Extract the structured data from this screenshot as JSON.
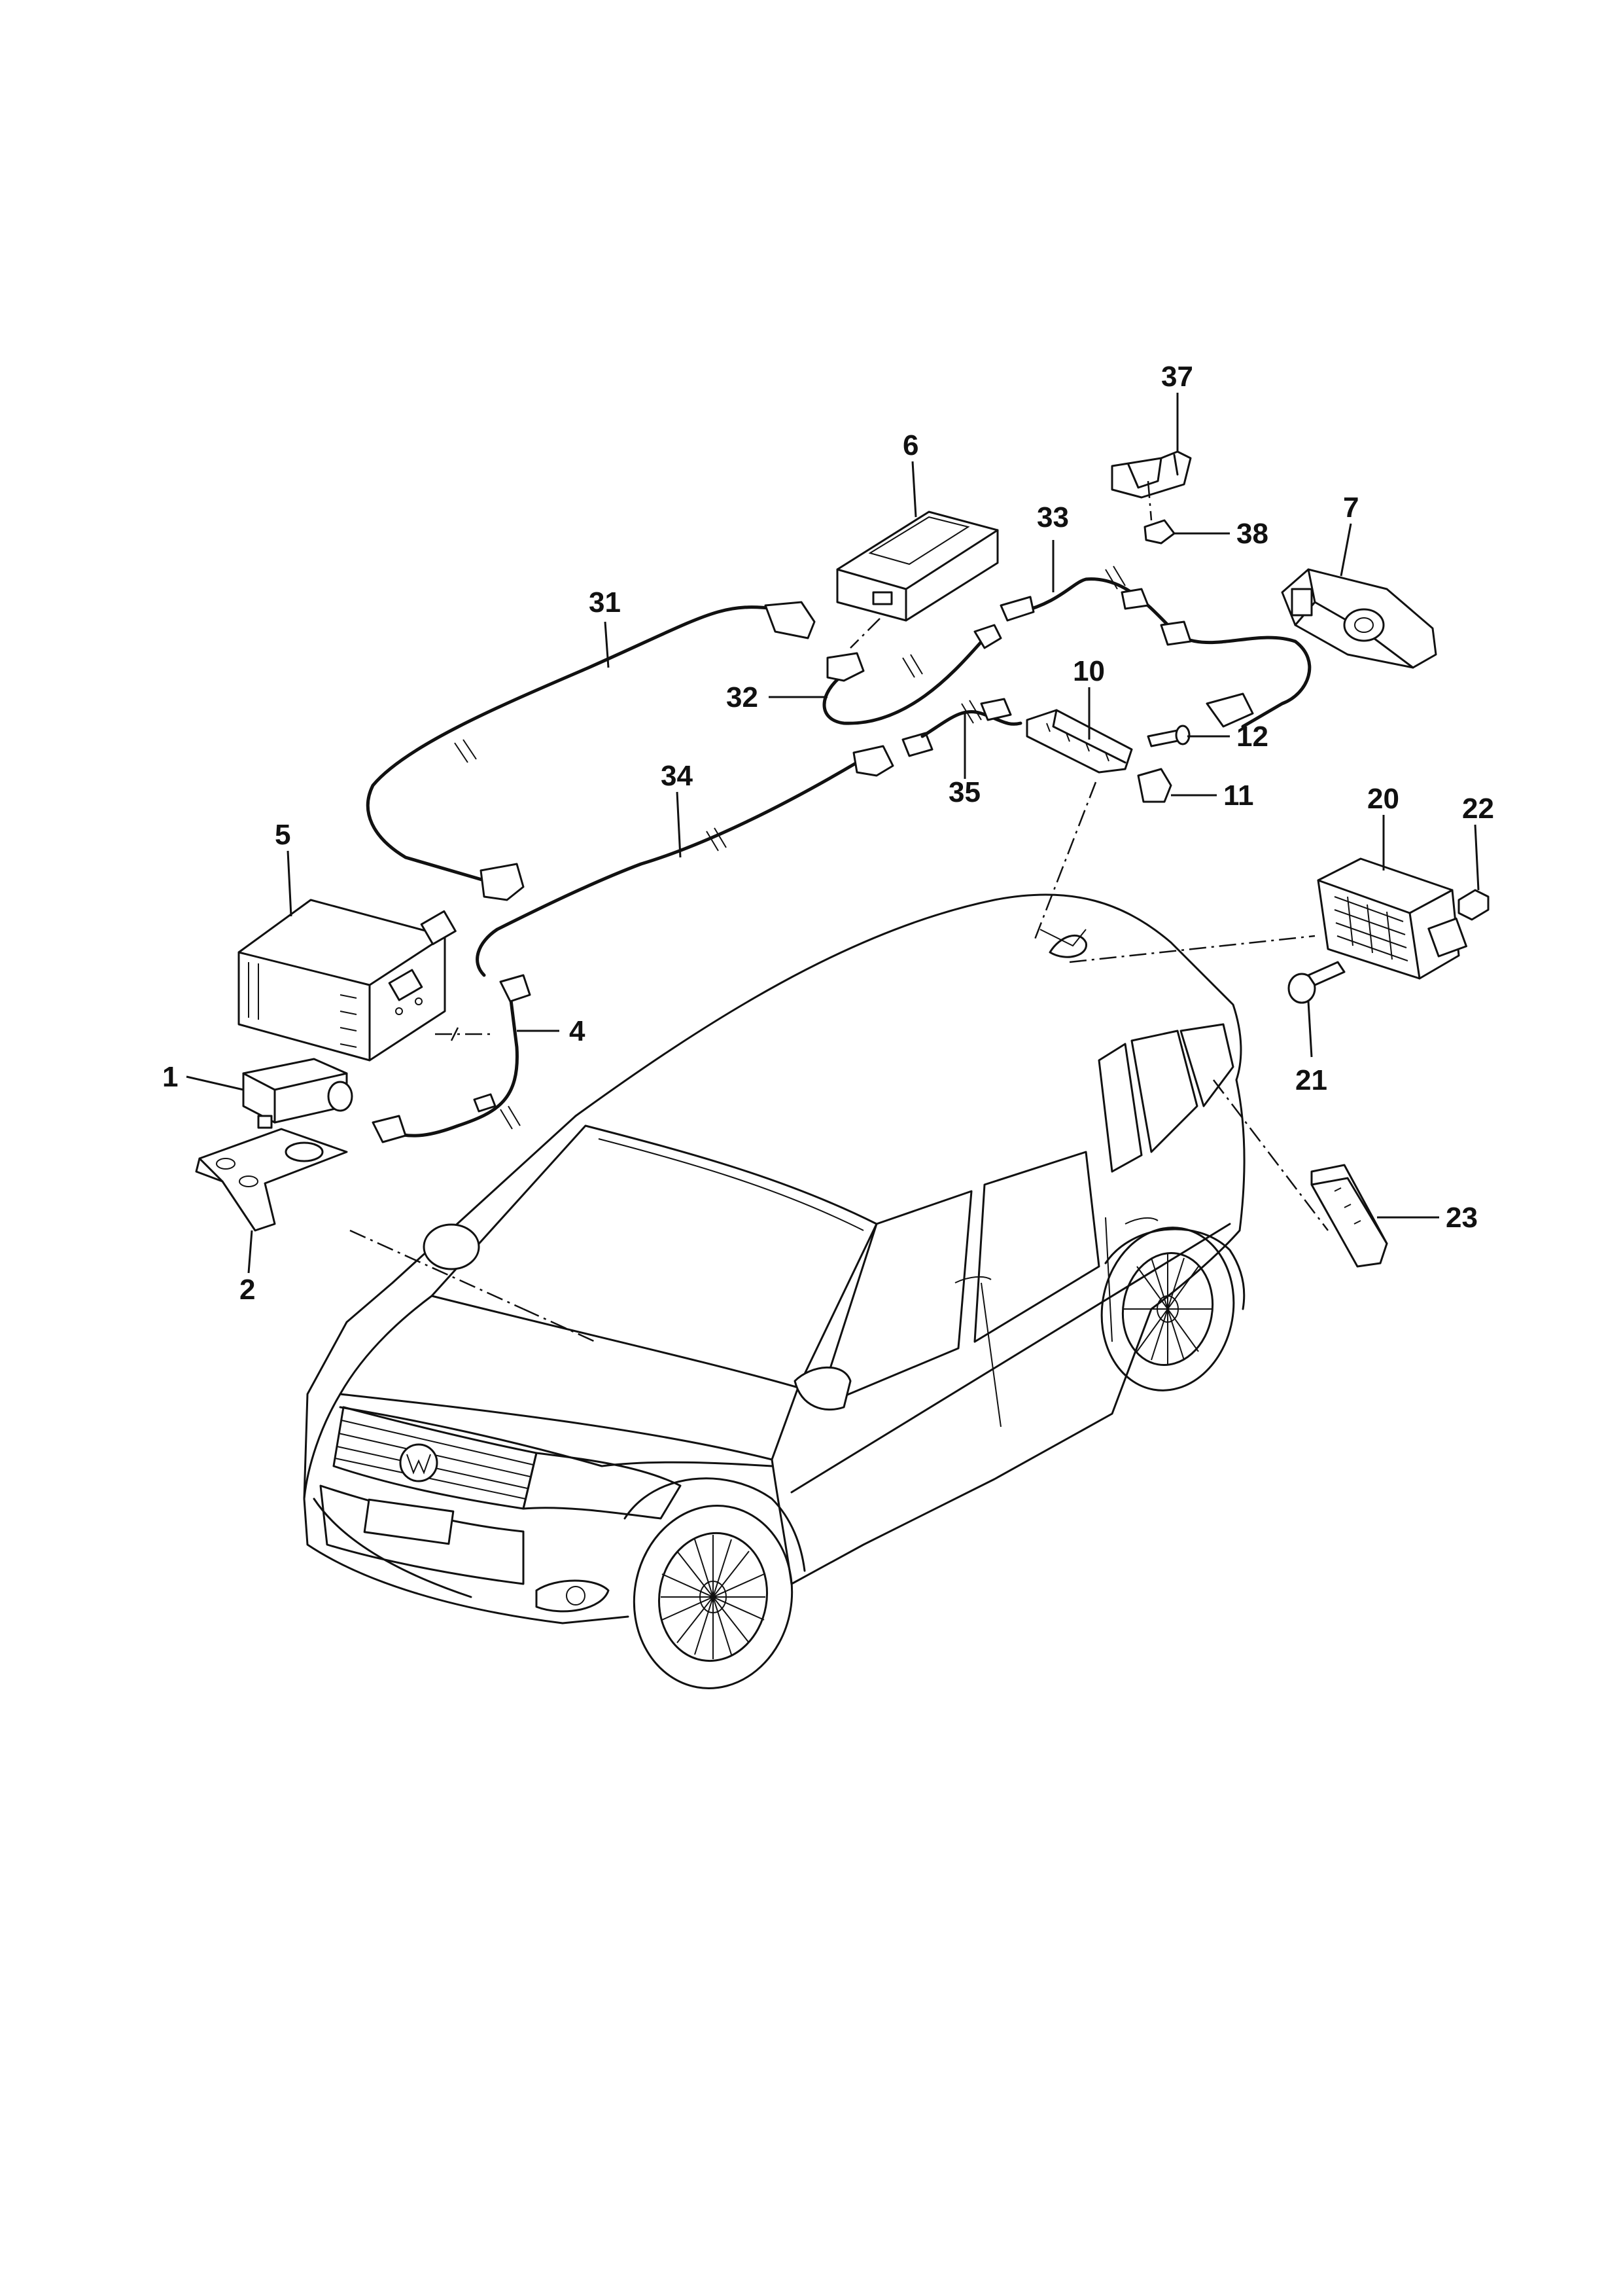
{
  "diagram": {
    "callouts": {
      "c1": "1",
      "c2": "2",
      "c4": "4",
      "c5": "5",
      "c6": "6",
      "c7": "7",
      "c10": "10",
      "c11": "11",
      "c12": "12",
      "c20": "20",
      "c21": "21",
      "c22": "22",
      "c23": "23",
      "c31": "31",
      "c32": "32",
      "c33": "33",
      "c34": "34",
      "c35": "35",
      "c37": "37",
      "c38": "38"
    }
  }
}
